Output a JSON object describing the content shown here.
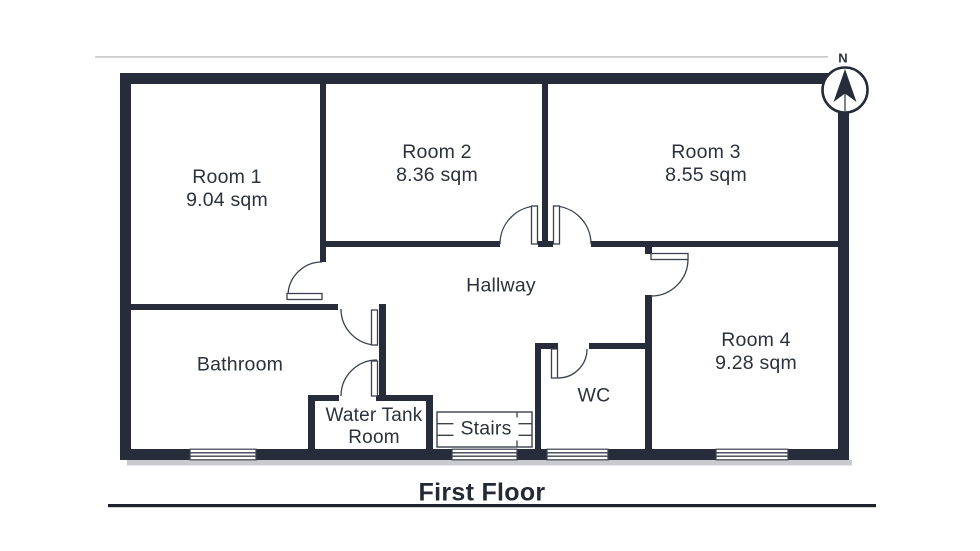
{
  "title": "First Floor",
  "compass": {
    "label": "N"
  },
  "labels": {
    "room1_name": "Room 1",
    "room1_area": "9.04 sqm",
    "room2_name": "Room 2",
    "room2_area": "8.36 sqm",
    "room3_name": "Room 3",
    "room3_area": "8.55 sqm",
    "room4_name": "Room 4",
    "room4_area": "9.28 sqm",
    "hallway": "Hallway",
    "bathroom": "Bathroom",
    "wc": "WC",
    "water_tank_room": "Water Tank Room",
    "stairs": "Stairs"
  },
  "colors": {
    "wall": "#262c39",
    "line": "#39404e",
    "text": "#2c323d",
    "shadow": "#c9cbce",
    "bg": "#ffffff"
  }
}
